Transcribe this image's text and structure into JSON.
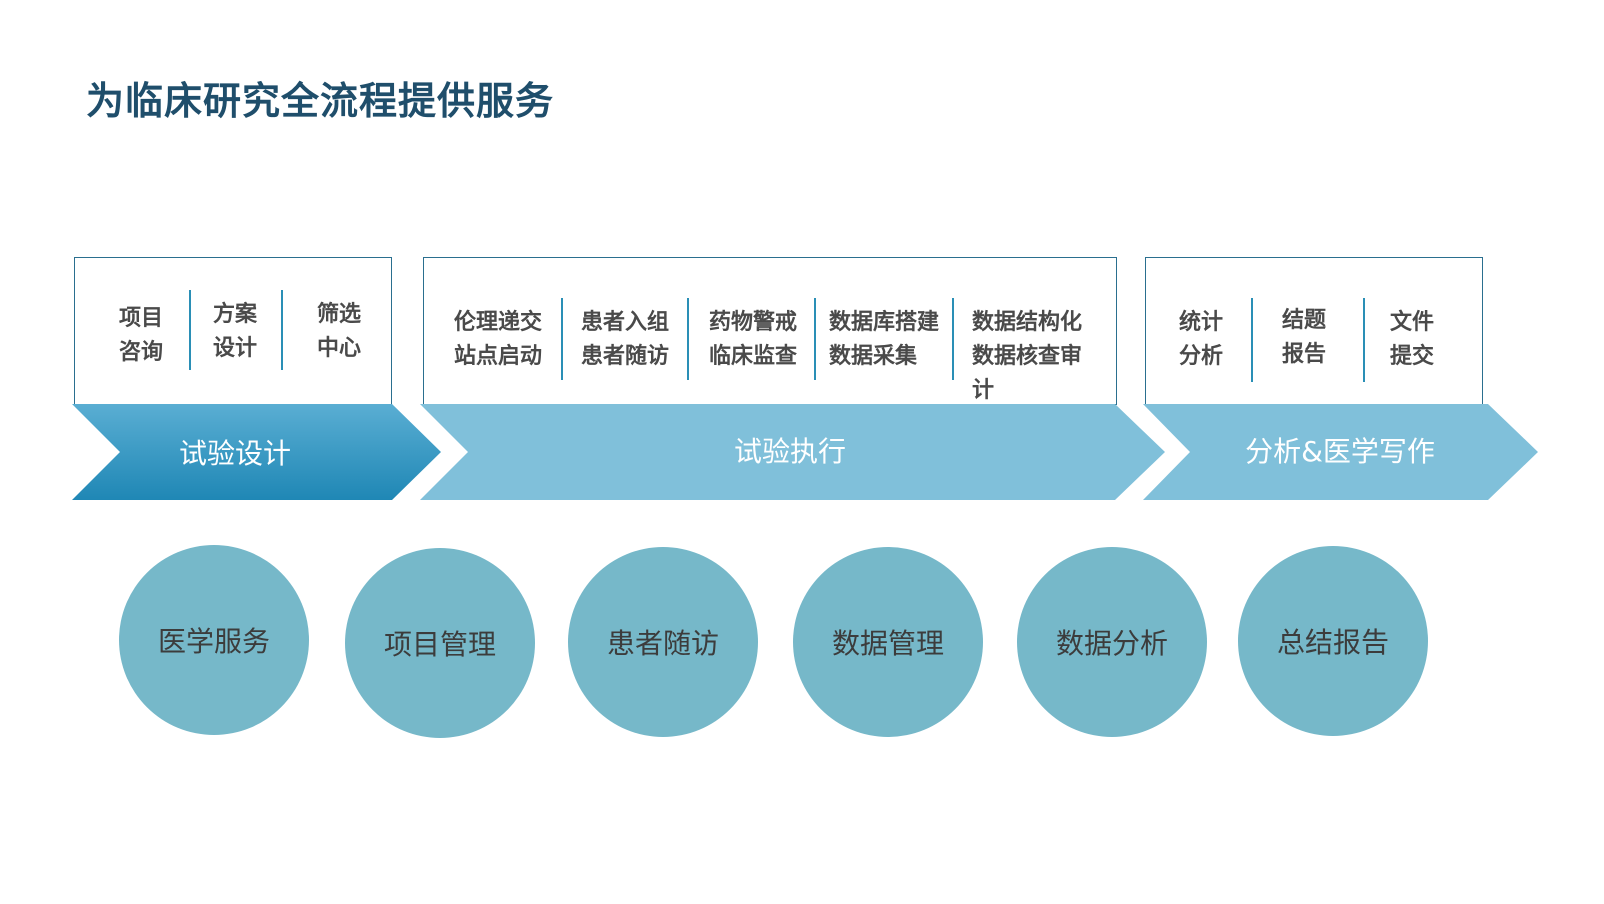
{
  "title": "为临床研究全流程提供服务",
  "colors": {
    "phase1": "#2b8fbc",
    "phase_light": "#80c0da",
    "circle": "#76b8c9",
    "border": "#2a6f8f",
    "title": "#1f4e6b"
  },
  "phases": [
    {
      "label": "试验设计",
      "items": [
        [
          "项目",
          "咨询"
        ],
        [
          "方案",
          "设计"
        ],
        [
          "筛选",
          "中心"
        ]
      ]
    },
    {
      "label": "试验执行",
      "items": [
        [
          "伦理递交",
          "站点启动"
        ],
        [
          "患者入组",
          "患者随访"
        ],
        [
          "药物警戒",
          "临床监查"
        ],
        [
          "数据库搭建",
          "数据采集"
        ],
        [
          "数据结构化",
          "数据核查审",
          "计"
        ]
      ]
    },
    {
      "label": "分析&医学写作",
      "items": [
        [
          "统计",
          "分析"
        ],
        [
          "结题",
          "报告"
        ],
        [
          "文件",
          "提交"
        ]
      ]
    }
  ],
  "services": [
    "医学服务",
    "项目管理",
    "患者随访",
    "数据管理",
    "数据分析",
    "总结报告"
  ]
}
